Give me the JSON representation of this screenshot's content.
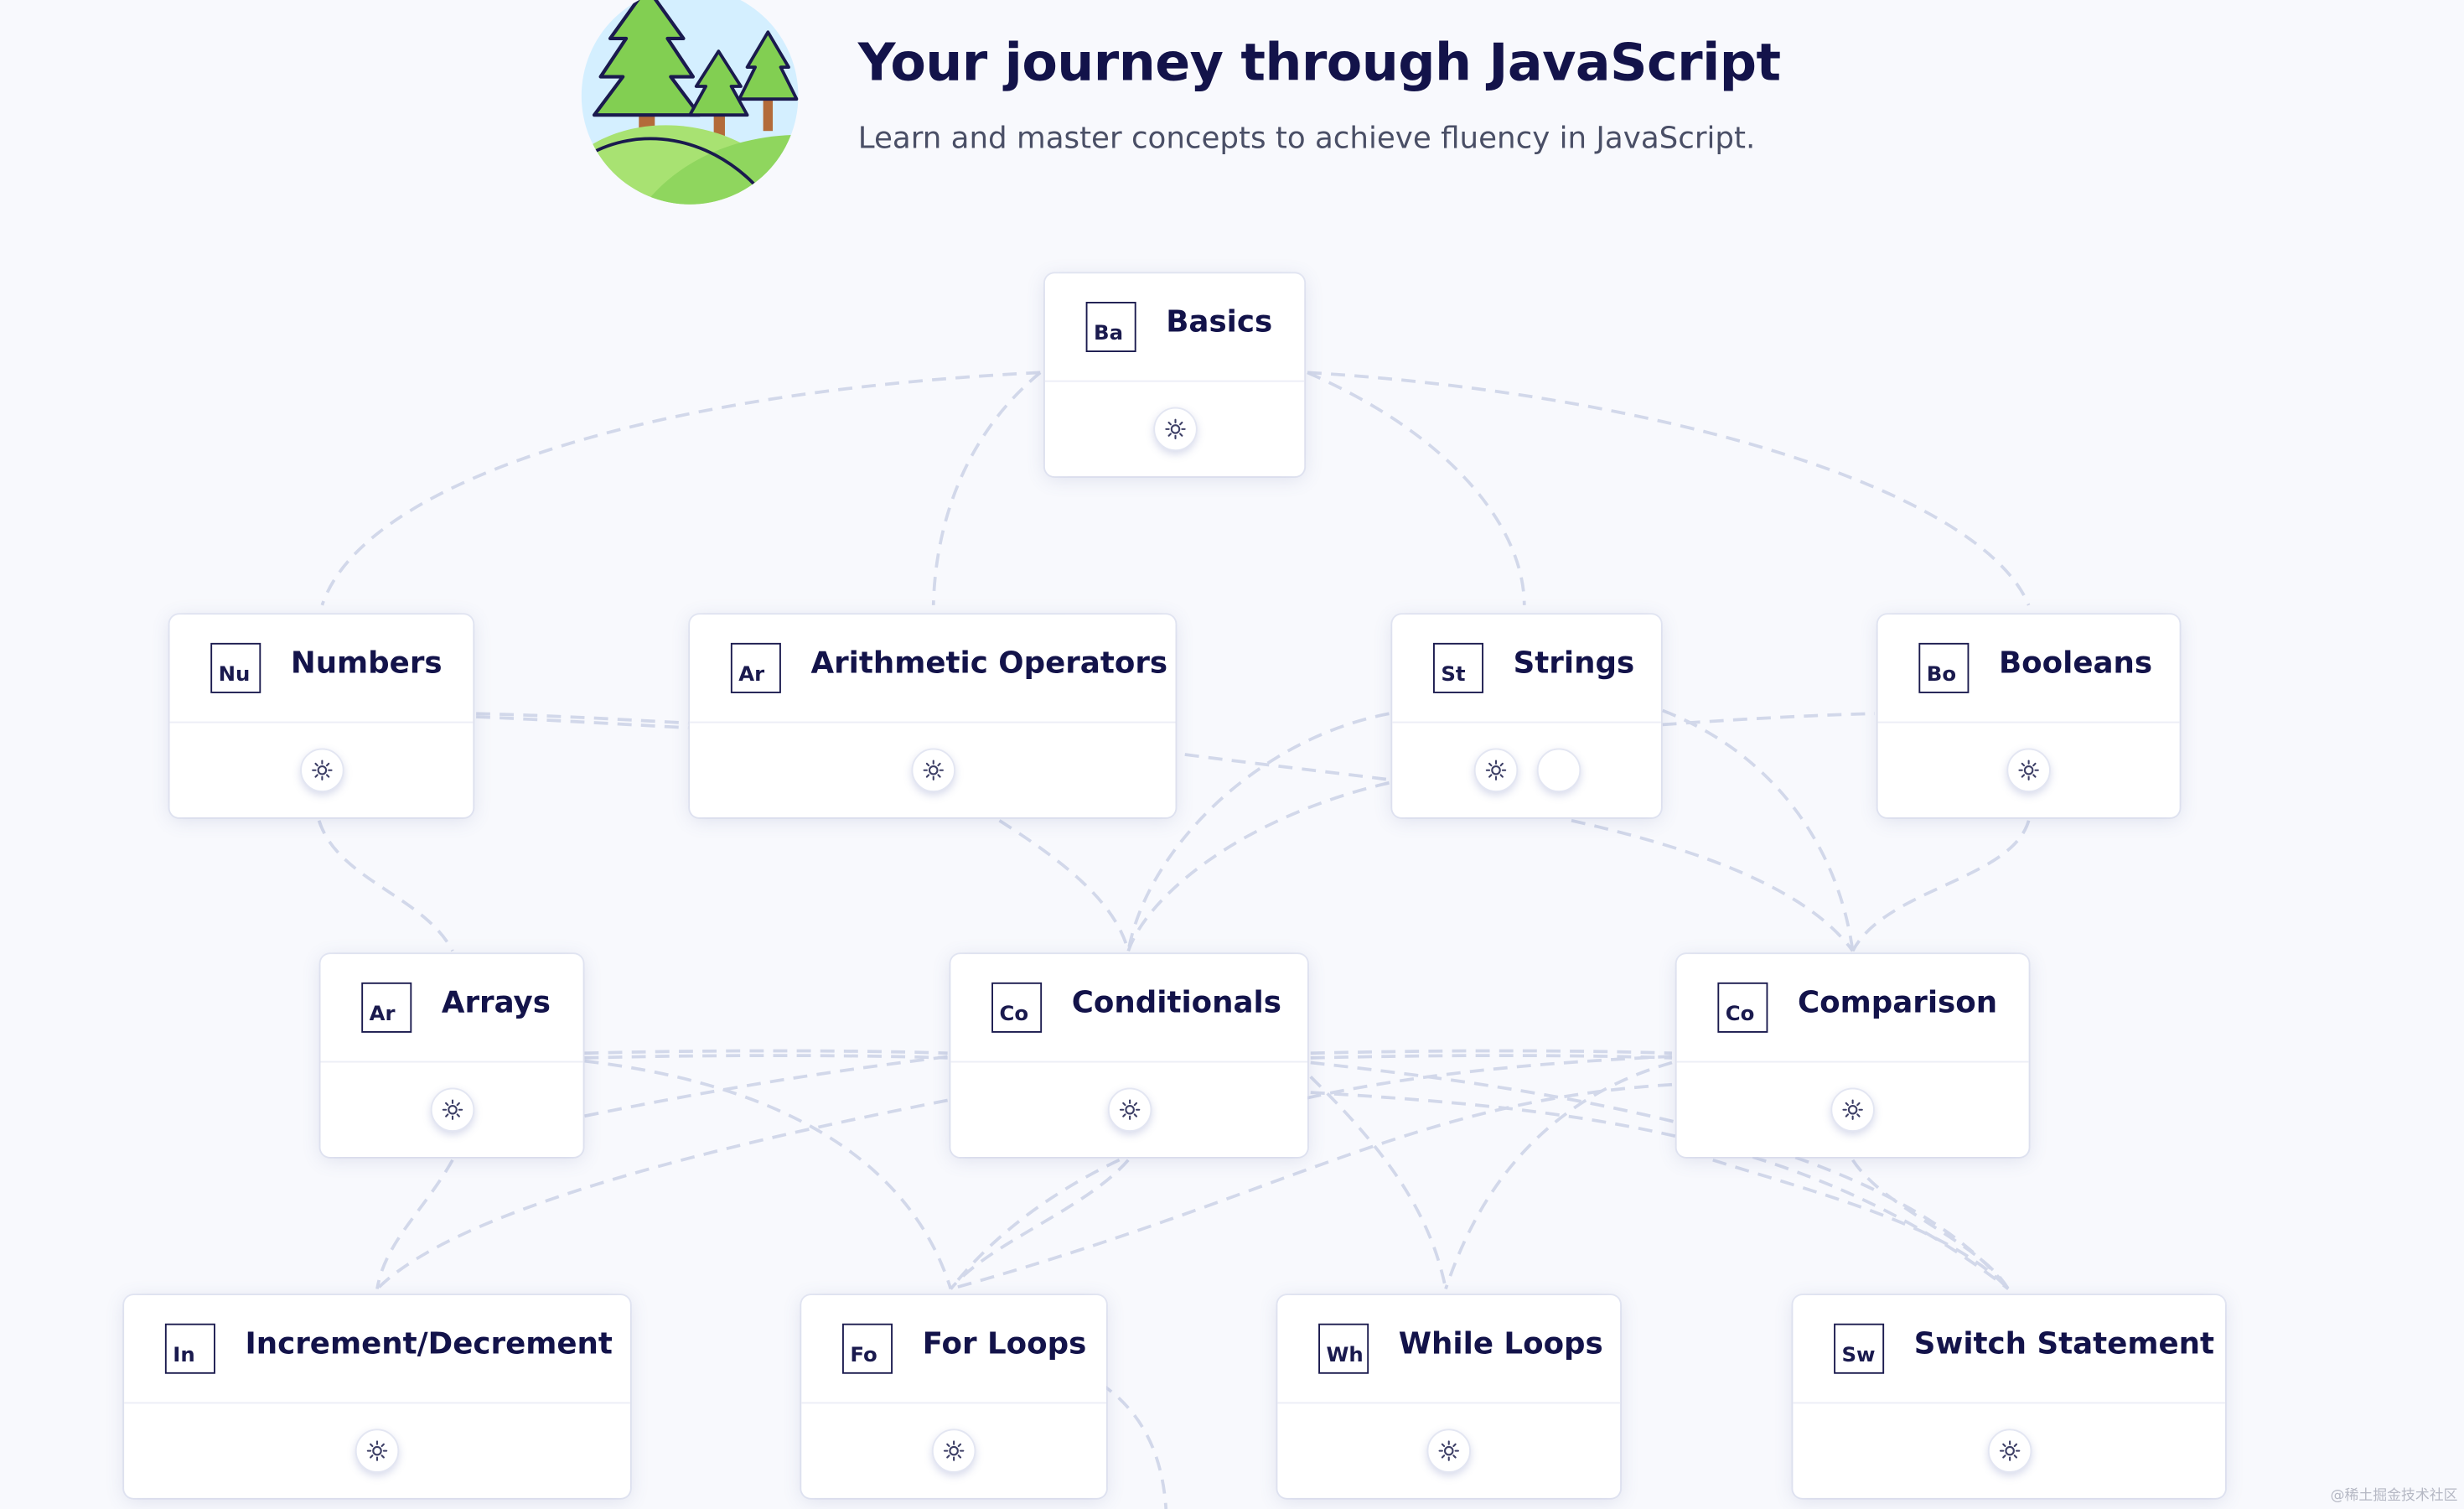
{
  "header": {
    "title": "Your journey through JavaScript",
    "subtitle": "Learn and master concepts to achieve fluency in JavaScript.",
    "illustration_icon": "forest-trees-icon"
  },
  "colors": {
    "ink": "#13134a",
    "link": "#d2d8ea",
    "card": "#ffffff",
    "background": "#f8f9fd"
  },
  "nodes": [
    {
      "id": "basics",
      "abbr": "Ba",
      "title": "Basics",
      "action_icon": "sun-icon"
    },
    {
      "id": "numbers",
      "abbr": "Nu",
      "title": "Numbers",
      "action_icon": "sun-icon"
    },
    {
      "id": "arith",
      "abbr": "Ar",
      "title": "Arithmetic Operators",
      "action_icon": "sun-icon"
    },
    {
      "id": "strings",
      "abbr": "St",
      "title": "Strings",
      "action_icon": "sun-icon",
      "extra_icon": "empty-circle-icon"
    },
    {
      "id": "booleans",
      "abbr": "Bo",
      "title": "Booleans",
      "action_icon": "sun-icon"
    },
    {
      "id": "arrays",
      "abbr": "Ar",
      "title": "Arrays",
      "action_icon": "sun-icon"
    },
    {
      "id": "conditionals",
      "abbr": "Co",
      "title": "Conditionals",
      "action_icon": "sun-icon"
    },
    {
      "id": "comparison",
      "abbr": "Co",
      "title": "Comparison",
      "action_icon": "sun-icon"
    },
    {
      "id": "incdec",
      "abbr": "In",
      "title": "Increment/Decrement",
      "action_icon": "sun-icon"
    },
    {
      "id": "forloops",
      "abbr": "Fo",
      "title": "For Loops",
      "action_icon": "sun-icon"
    },
    {
      "id": "whileloops",
      "abbr": "Wh",
      "title": "While Loops",
      "action_icon": "sun-icon"
    },
    {
      "id": "switch",
      "abbr": "Sw",
      "title": "Switch Statement",
      "action_icon": "sun-icon"
    }
  ],
  "watermark": "@稀土掘金技术社区"
}
